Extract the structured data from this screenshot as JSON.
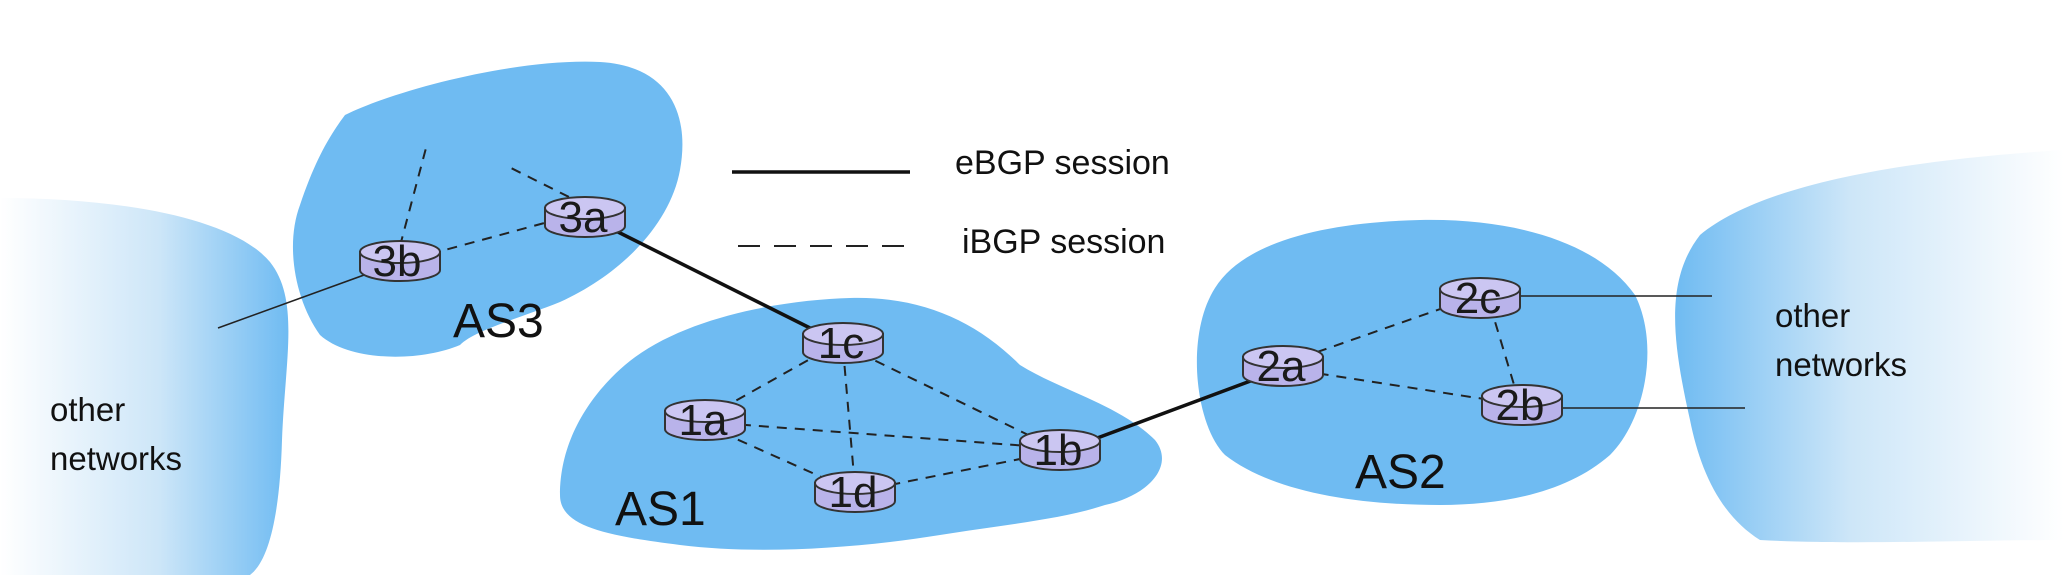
{
  "legend": {
    "ebgp_label": "eBGP session",
    "ibgp_label": "iBGP session"
  },
  "autonomous_systems": {
    "as1": "AS1",
    "as2": "AS2",
    "as3": "AS3"
  },
  "routers": {
    "r1a": "1a",
    "r1b": "1b",
    "r1c": "1c",
    "r1d": "1d",
    "r2a": "2a",
    "r2b": "2b",
    "r2c": "2c",
    "r3a": "3a",
    "r3b": "3b"
  },
  "other_networks": {
    "left": [
      "other",
      "networks"
    ],
    "right": [
      "other",
      "networks"
    ]
  },
  "colors": {
    "as_cloud": "#6fbbf2",
    "router": "#cbc6f2"
  }
}
